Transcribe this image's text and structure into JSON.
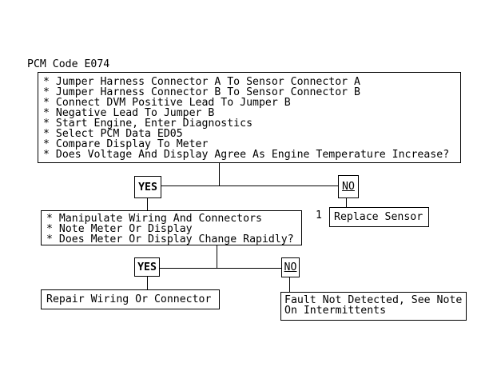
{
  "page": {
    "title": "PCM Code E074",
    "background_color": "#ffffff",
    "ink_color": "#000000"
  },
  "flowchart": {
    "step1": {
      "items": [
        "* Jumper Harness Connector A To Sensor Connector A",
        "* Jumper Harness Connector B To Sensor Connector B",
        "* Connect DVM Positive Lead To Jumper B",
        "* Negative Lead To Jumper B",
        "* Start Engine, Enter Diagnostics",
        "* Select PCM Data ED05",
        "* Compare Display To Meter",
        "* Does Voltage And Display Agree As Engine Temperature Increase?"
      ]
    },
    "decision1": {
      "yes_label": "YES",
      "no_label": "NO"
    },
    "step2": {
      "items": [
        "* Manipulate Wiring And Connectors",
        "* Note Meter Or Display",
        "* Does Meter Or Display Change Rapidly?"
      ]
    },
    "decision2": {
      "yes_label": "YES",
      "no_label": "NO"
    },
    "replace_sensor": {
      "ref_number": "1",
      "label": "Replace Sensor"
    },
    "repair": {
      "label": "Repair Wiring Or Connector"
    },
    "fault": {
      "lines": [
        "Fault Not Detected, See Note",
        "On Intermittents"
      ]
    }
  }
}
